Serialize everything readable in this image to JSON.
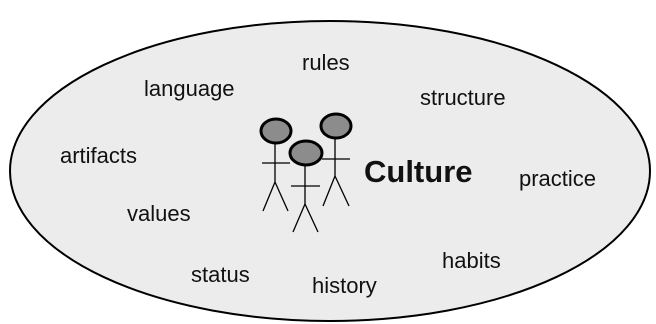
{
  "center_label": "Culture",
  "words": {
    "rules": "rules",
    "language": "language",
    "structure": "structure",
    "artifacts": "artifacts",
    "practice": "practice",
    "values": "values",
    "habits": "habits",
    "status": "status",
    "history": "history"
  },
  "colors": {
    "ellipse_fill": "#ececec",
    "ellipse_stroke": "#000000",
    "head_fill": "#8c8c8c",
    "stroke": "#000000"
  },
  "icons": {
    "figures": "stick-figures-icon"
  }
}
